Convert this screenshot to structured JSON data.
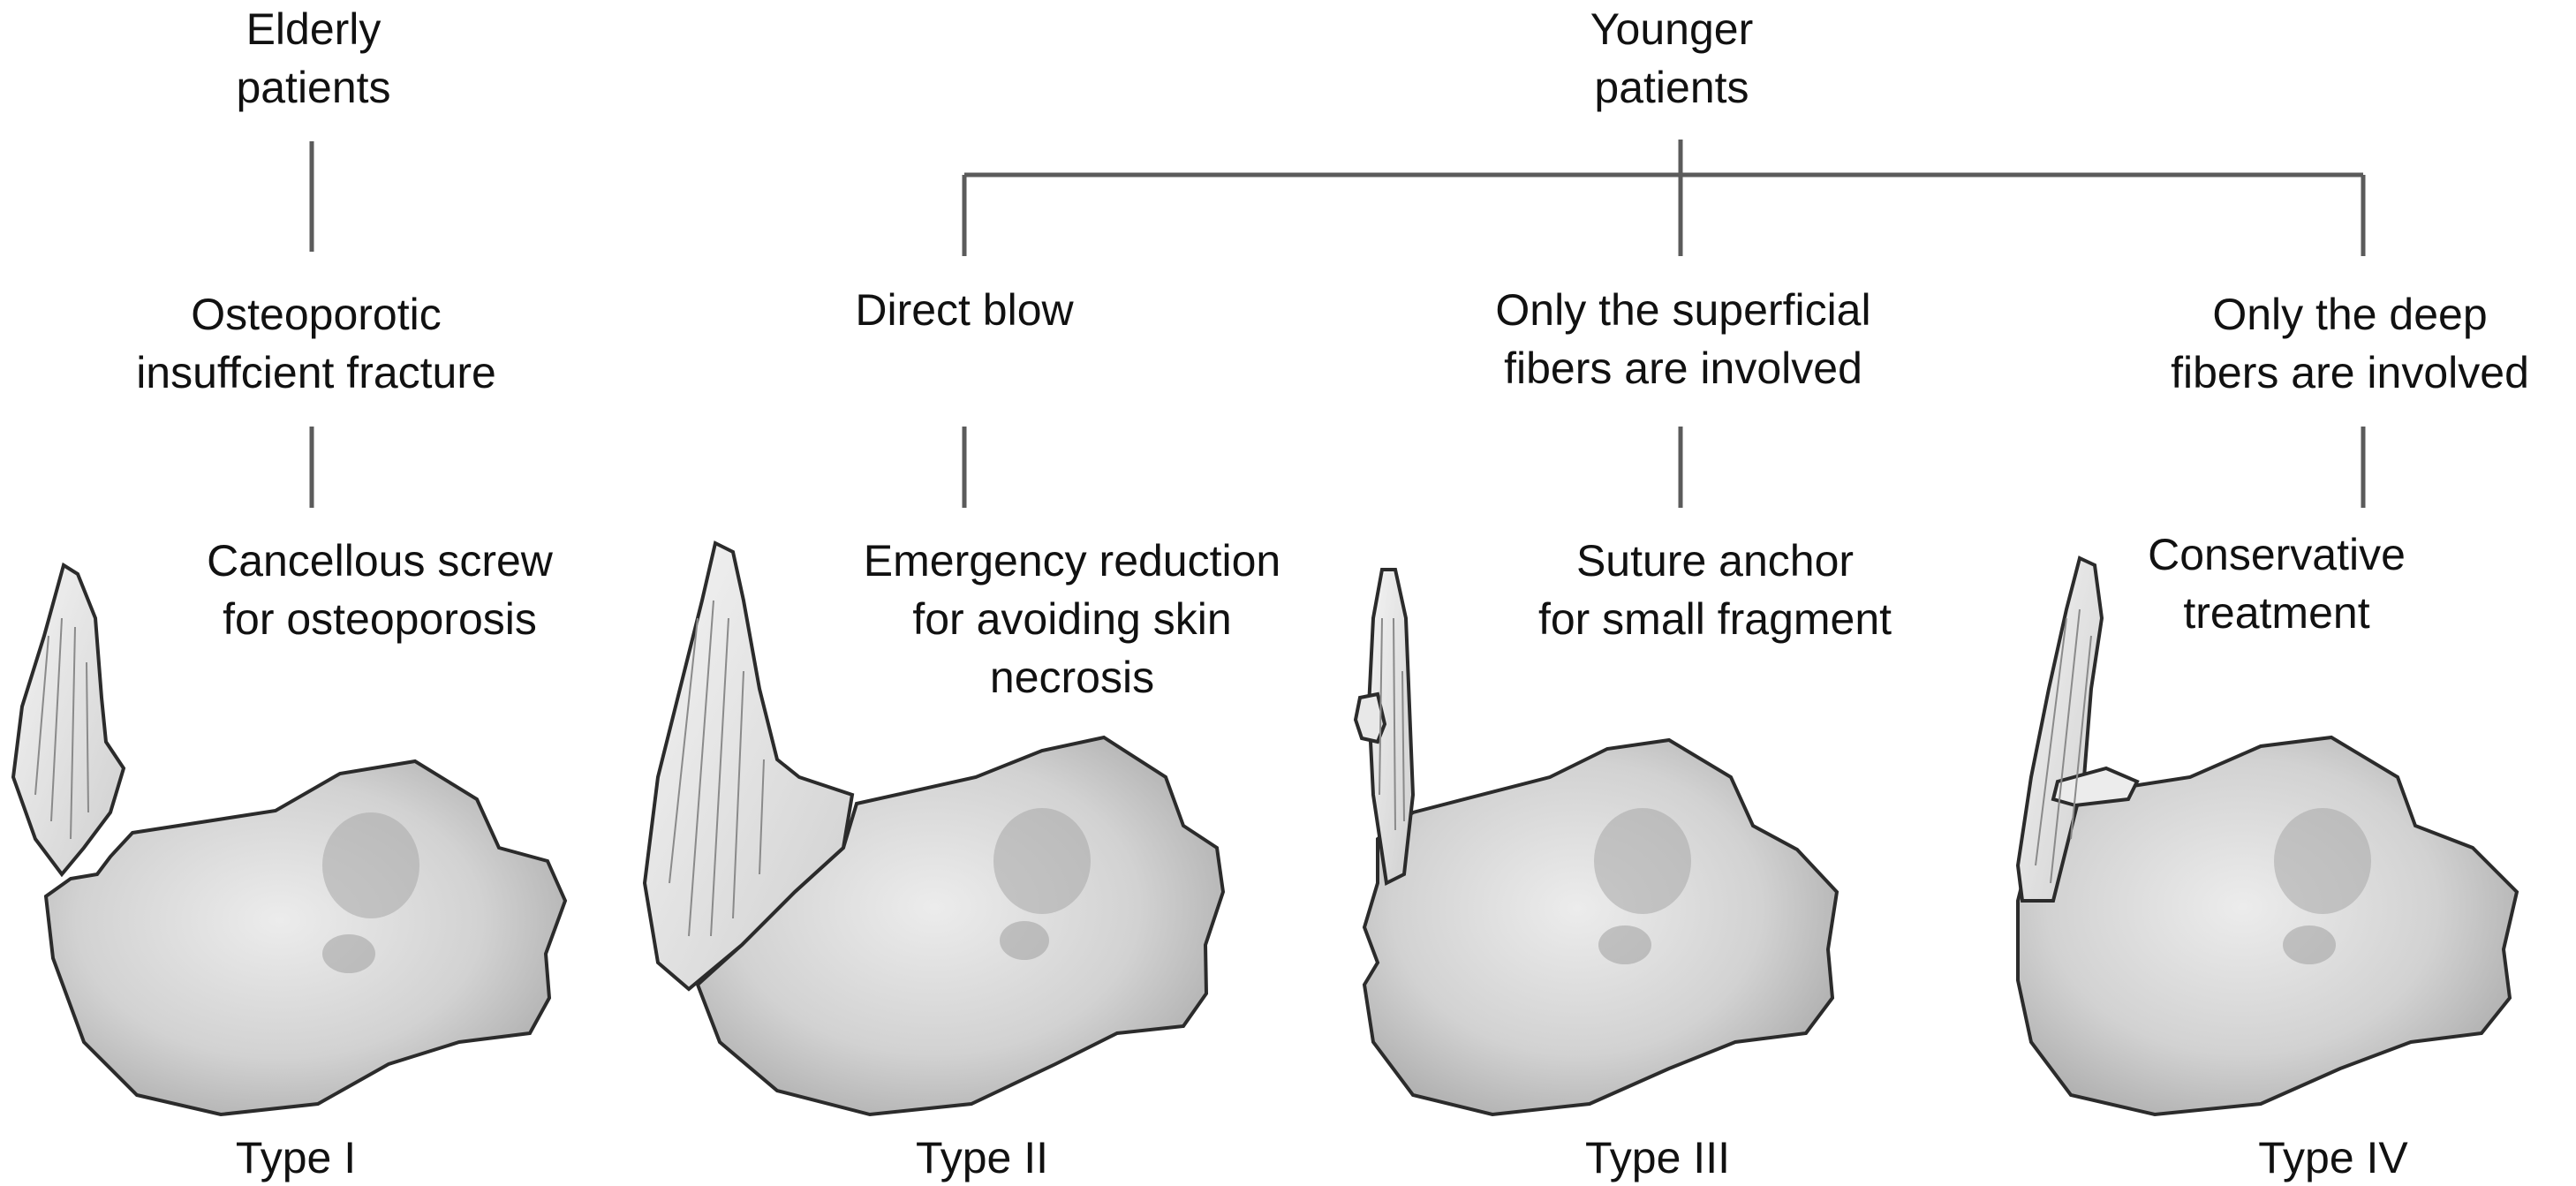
{
  "groups": {
    "elderly": [
      "Elderly",
      "patients"
    ],
    "younger": [
      "Younger",
      "patients"
    ]
  },
  "causes": {
    "type1": [
      "Osteoporotic",
      "insuffcient fracture"
    ],
    "type2": [
      "Direct blow"
    ],
    "type3": [
      "Only the superficial",
      "fibers are involved"
    ],
    "type4": [
      "Only the deep",
      "fibers are involved"
    ]
  },
  "treatments": {
    "type1": [
      "Cancellous screw",
      "for osteoporosis"
    ],
    "type2": [
      "Emergency reduction",
      "for avoiding skin",
      "necrosis"
    ],
    "type3": [
      "Suture anchor",
      "for small fragment"
    ],
    "type4": [
      "Conservative",
      "treatment"
    ]
  },
  "types": {
    "type1": "Type I",
    "type2": "Type II",
    "type3": "Type III",
    "type4": "Type IV"
  },
  "colors": {
    "line": "#5b5b5b",
    "bone_fill": "#d6d6d6",
    "outline": "#2b2b2b"
  }
}
